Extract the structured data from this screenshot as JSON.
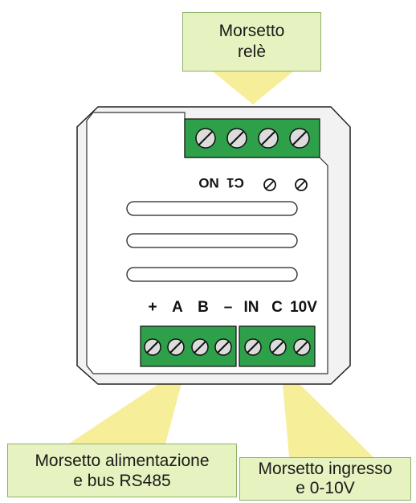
{
  "callouts": {
    "relay": {
      "line1": "Morsetto",
      "line2": "relè"
    },
    "power": {
      "line1": "Morsetto alimentazione",
      "line2": "e bus RS485"
    },
    "input": {
      "line1": "Morsetto ingresso",
      "line2": "e 0-10V"
    }
  },
  "relay_labels": {
    "no": "NO",
    "c1": "C1"
  },
  "bottom_labels": {
    "plus": "+",
    "a": "A",
    "b": "B",
    "minus": "–",
    "in": "IN",
    "c": "C",
    "v10": "10V"
  },
  "colors": {
    "terminal_green": "#2fa04a",
    "callout_fill": "#e6f2bf",
    "pointer_yellow": "#f7ee9a",
    "body_fill": "#f2f2f2"
  }
}
